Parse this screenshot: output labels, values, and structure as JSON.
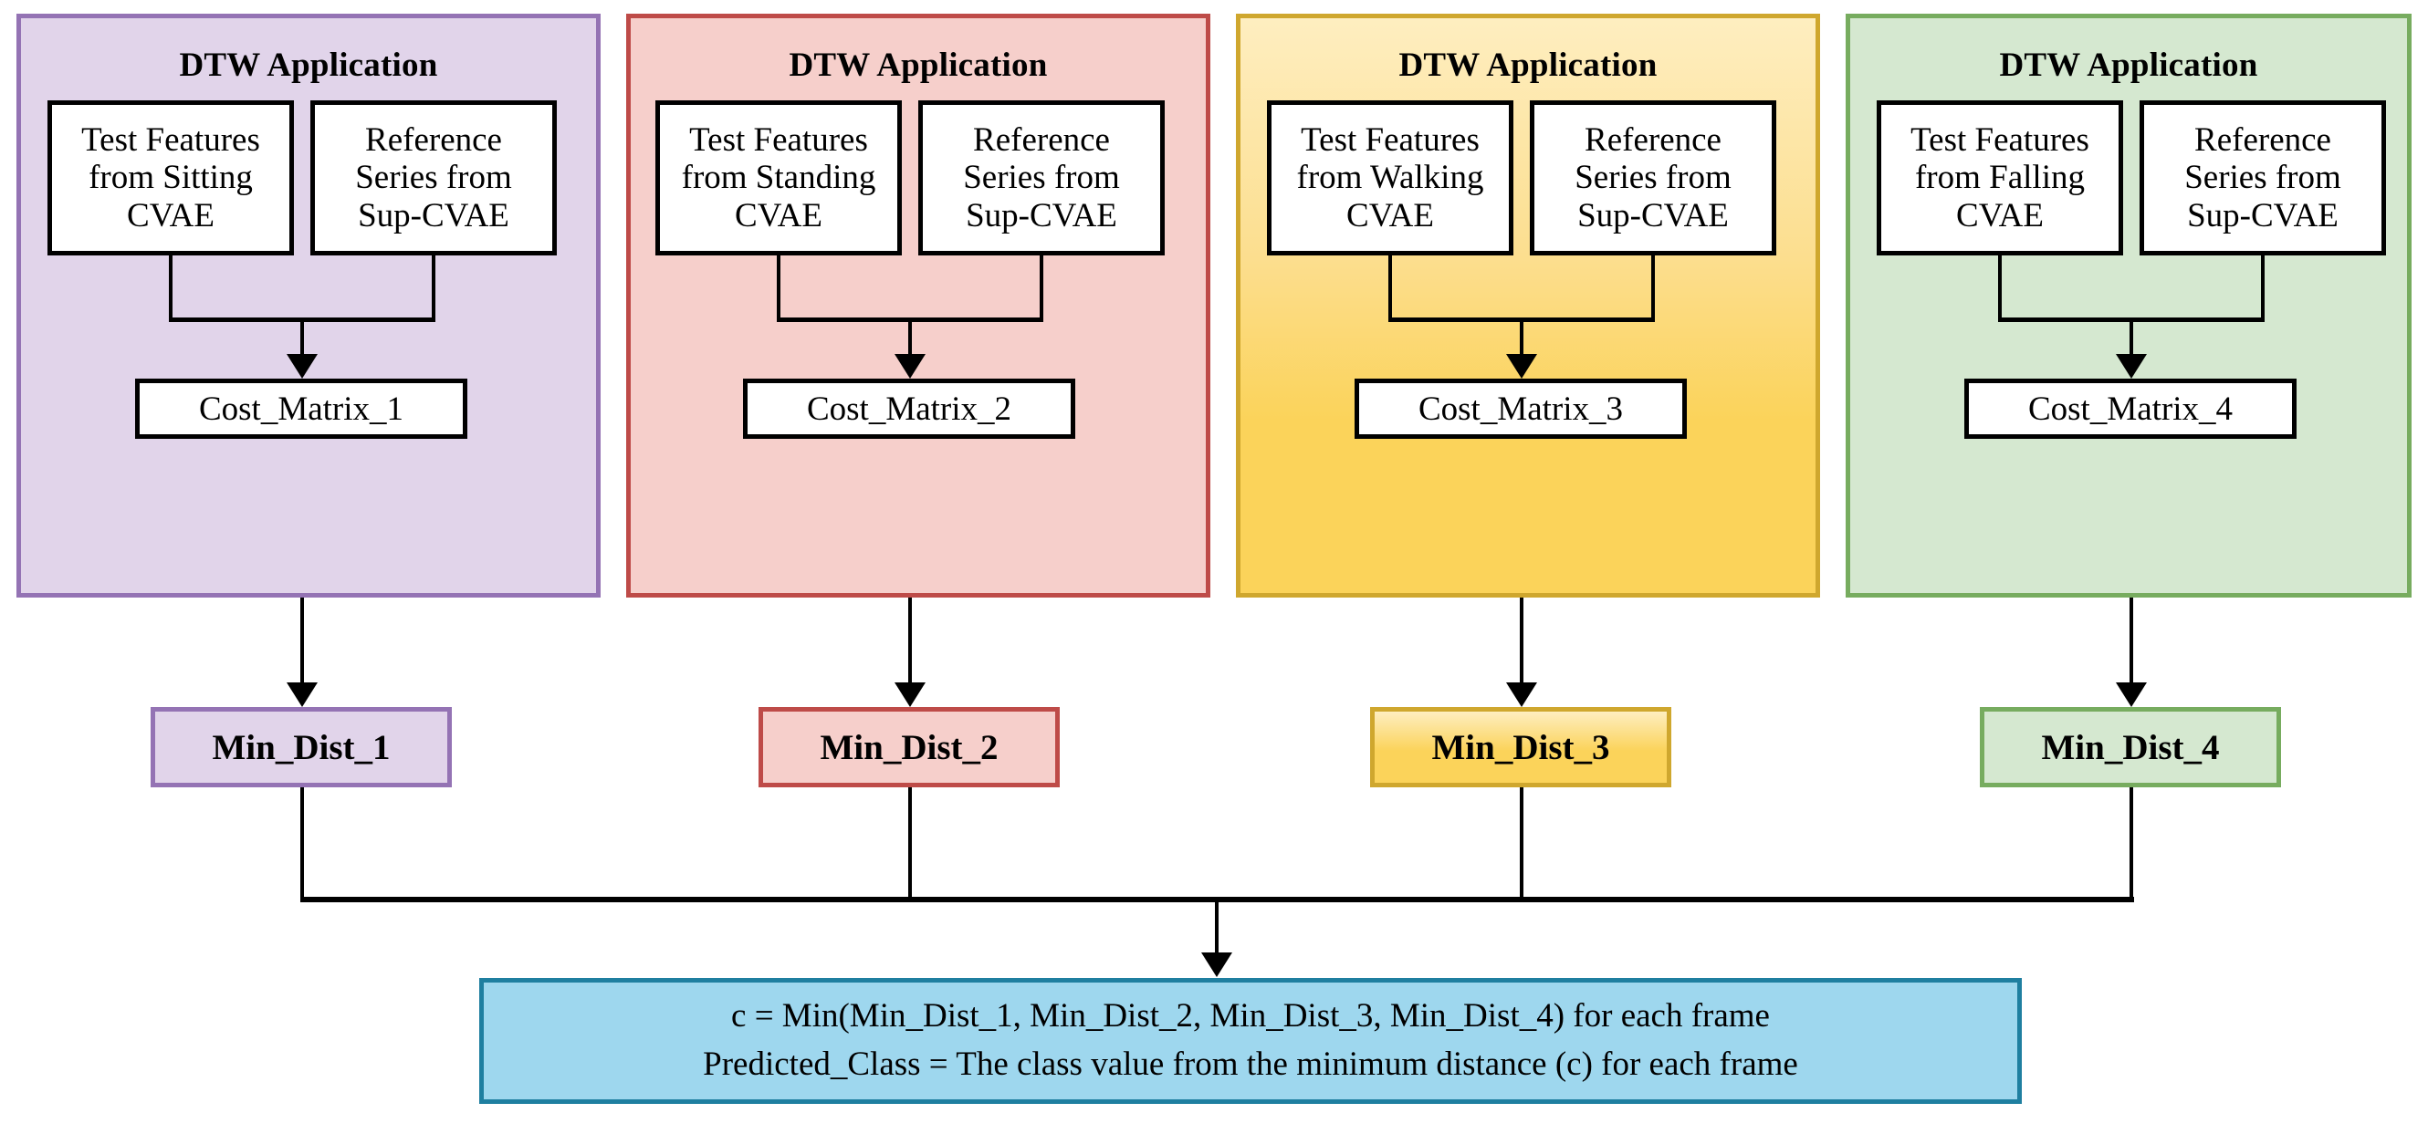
{
  "diagram": {
    "title_text": "DTW Application",
    "reference_box_text": "Reference Series from Sup-CVAE",
    "panels": [
      {
        "id": "panel-1",
        "title": "DTW Application",
        "test_box_text": "Test Features from Sitting CVAE",
        "reference_box_text": "Reference Series from Sup-CVAE",
        "cost_matrix_label": "Cost_Matrix_1",
        "min_dist_label": "Min_Dist_1",
        "fill": "#E1D4EA",
        "border": "#9473B4",
        "min_dist_fill": "#E1D4EA",
        "min_dist_border": "#9473B4"
      },
      {
        "id": "panel-2",
        "title": "DTW Application",
        "test_box_text": "Test Features from Standing CVAE",
        "reference_box_text": "Reference Series from Sup-CVAE",
        "cost_matrix_label": "Cost_Matrix_2",
        "min_dist_label": "Min_Dist_2",
        "fill": "#F6CFCB",
        "border": "#BE4B48",
        "min_dist_fill": "#F6CFCB",
        "min_dist_border": "#BE4B48"
      },
      {
        "id": "panel-3",
        "title": "DTW Application",
        "test_box_text": "Test Features from Walking CVAE",
        "reference_box_text": "Reference Series from Sup-CVAE",
        "cost_matrix_label": "Cost_Matrix_3",
        "min_dist_label": "Min_Dist_3",
        "fill": "#FBD35A",
        "border": "#CFA72E",
        "min_dist_fill": "#FBD35A",
        "min_dist_border": "#CFA72E"
      },
      {
        "id": "panel-4",
        "title": "DTW Application",
        "test_box_text": "Test Features from Falling CVAE",
        "reference_box_text": "Reference Series from Sup-CVAE",
        "cost_matrix_label": "Cost_Matrix_4",
        "min_dist_label": "Min_Dist_4",
        "fill": "#D5E8D0",
        "border": "#77AC5F",
        "min_dist_fill": "#D5E8D0",
        "min_dist_border": "#77AC5F"
      }
    ],
    "final": {
      "line1": "c = Min(Min_Dist_1, Min_Dist_2, Min_Dist_3, Min_Dist_4) for each frame",
      "line2": "Predicted_Class = The class value from the minimum distance (c) for each frame",
      "fill": "#9ED7EE",
      "border": "#1F7FA0"
    }
  }
}
